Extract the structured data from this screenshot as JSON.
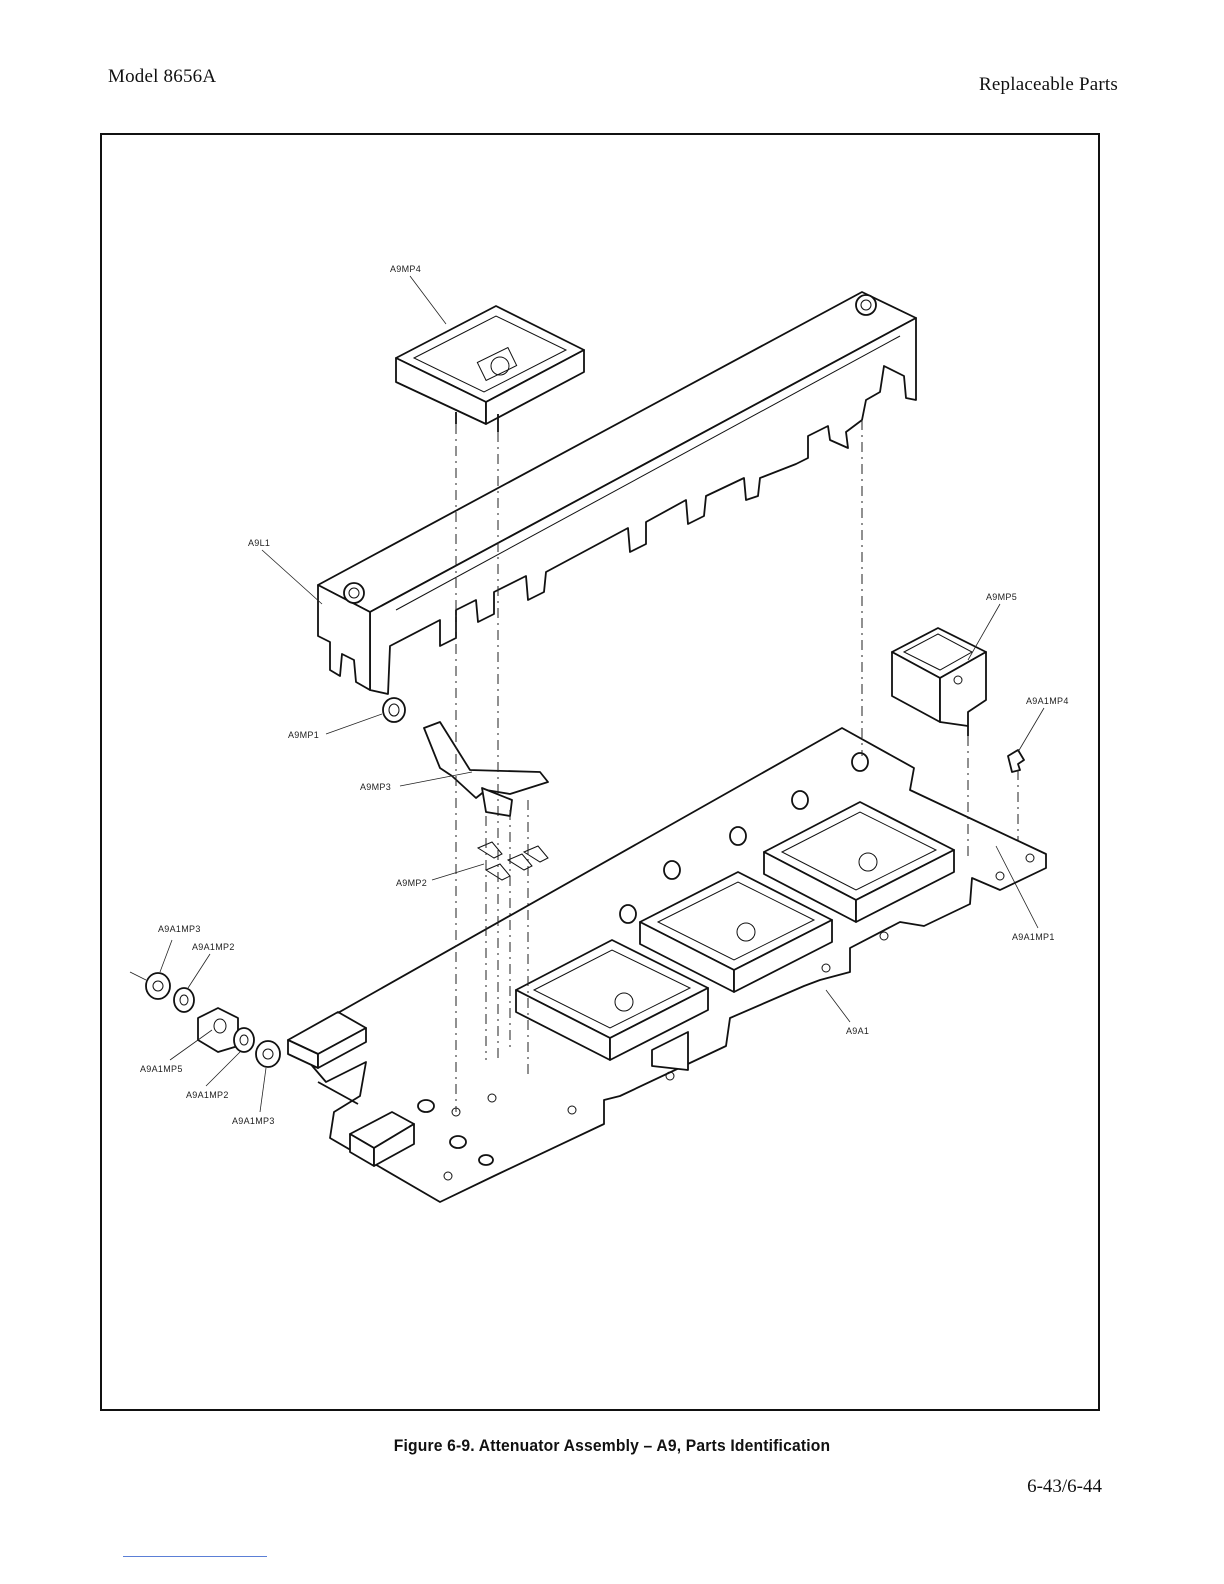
{
  "header": {
    "left": "Model 8656A",
    "right": "Replaceable Parts"
  },
  "figure": {
    "caption": "Figure 6-9. Attenuator Assembly – A9, Parts Identification",
    "labels": {
      "a9mp4": "A9MP4",
      "a9l1": "A9L1",
      "a9mp5": "A9MP5",
      "a9a1mp4": "A9A1MP4",
      "a9mp1": "A9MP1",
      "a9mp3": "A9MP3",
      "a9mp2": "A9MP2",
      "a9a1mp1": "A9A1MP1",
      "a9a1mp3_top": "A9A1MP3",
      "a9a1mp2_top": "A9A1MP2",
      "a9a1mp5": "A9A1MP5",
      "a9a1mp2_bottom": "A9A1MP2",
      "a9a1mp3_bottom": "A9A1MP3",
      "a9a1": "A9A1"
    }
  },
  "footer": {
    "page_number": "6-43/6-44"
  }
}
